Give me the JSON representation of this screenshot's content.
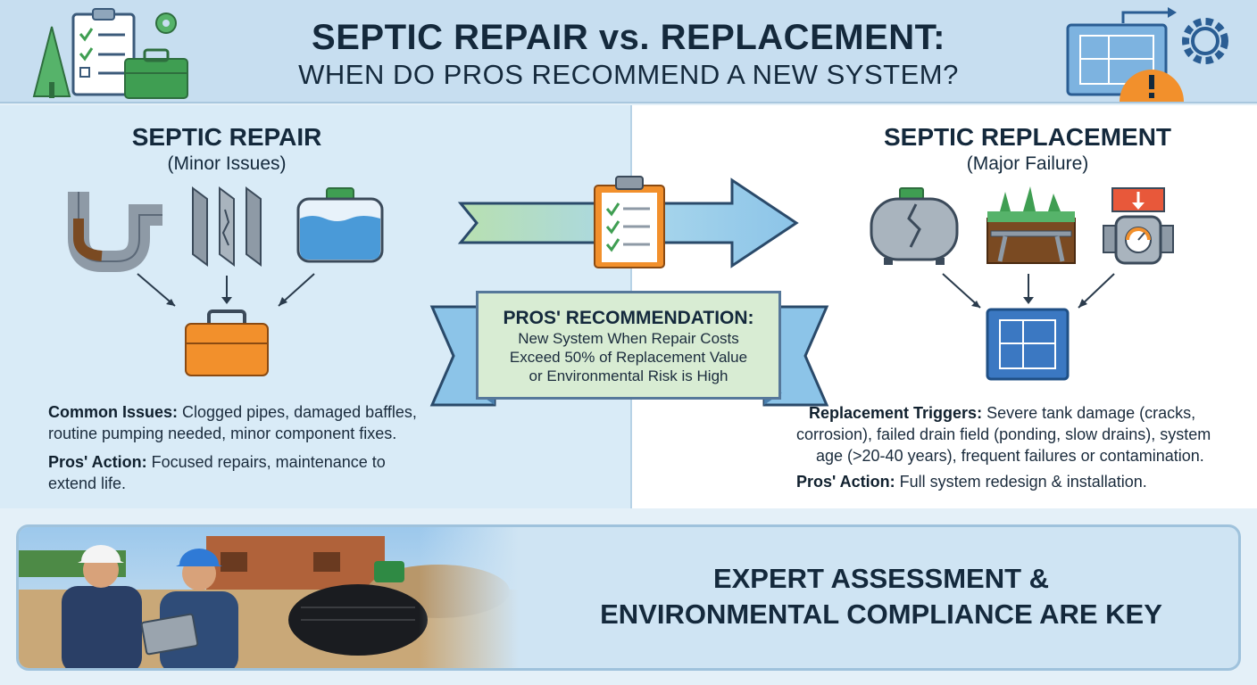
{
  "header": {
    "title_line1": "SEPTIC REPAIR vs. REPLACEMENT:",
    "title_line2": "WHEN DO PROS RECOMMEND A NEW SYSTEM?"
  },
  "repair": {
    "title": "SEPTIC REPAIR",
    "subtitle": "(Minor Issues)",
    "issues_label": "Common Issues:",
    "issues_line1": " Clogged pipes, damaged baffles,",
    "issues_line2": "routine pumping needed, minor component fixes.",
    "action_label": "Pros' Action:",
    "action_line1": " Focused repairs, maintenance to",
    "action_line2": "extend life."
  },
  "replacement": {
    "title": "SEPTIC REPLACEMENT",
    "subtitle": "(Major Failure)",
    "triggers_label": "Replacement Triggers:",
    "triggers_line1": " Severe tank damage (cracks,",
    "triggers_line2": "corrosion), failed drain field (ponding, slow drains), system",
    "triggers_line3": "age (>20-40 years), frequent failures or contamination.",
    "action_label": "Pros' Action:",
    "action_line1": " Full system redesign & installation."
  },
  "recommendation": {
    "title": "PROS' RECOMMENDATION:",
    "line1": "New System When Repair Costs",
    "line2": "Exceed 50% of Replacement Value",
    "line3": "or Environmental Risk is High"
  },
  "footer": {
    "line1": "EXPERT ASSESSMENT &",
    "line2": "ENVIRONMENTAL COMPLIANCE ARE KEY"
  },
  "colors": {
    "header_bg": "#c7def0",
    "left_bg": "#d9ebf7",
    "right_bg": "#ffffff",
    "green_accent": "#3f9e52",
    "orange_accent": "#f2902c",
    "blue_accent": "#3b78c2"
  },
  "icons": [
    "checklist-icon",
    "gear-icon",
    "toolbox-icon",
    "tree-icon",
    "blueprint-icon",
    "warning-icon",
    "pipe-icon",
    "baffle-icon",
    "tank-icon",
    "cracked-tank-icon",
    "drain-field-icon",
    "valve-gauge-icon",
    "arrow-icon",
    "clipboard-icon"
  ]
}
